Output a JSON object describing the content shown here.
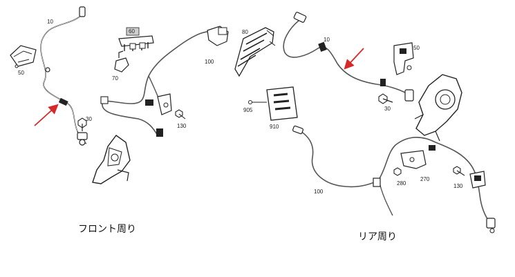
{
  "front": {
    "label": "フロント周り",
    "callouts": {
      "c10": "10",
      "c50": "50",
      "c30": "30",
      "c60": "60",
      "c70": "70",
      "c100": "100",
      "c130": "130"
    }
  },
  "rear": {
    "label": "リア周り",
    "callouts": {
      "c80": "80",
      "c10": "10",
      "c50": "50",
      "c905": "905",
      "c910": "910",
      "c30": "30",
      "c100": "100",
      "c280": "280",
      "c270": "270",
      "c130": "130"
    }
  },
  "colors": {
    "arrow": "#d62a2a",
    "line": "#1a1a1a",
    "cable": "#555555"
  }
}
